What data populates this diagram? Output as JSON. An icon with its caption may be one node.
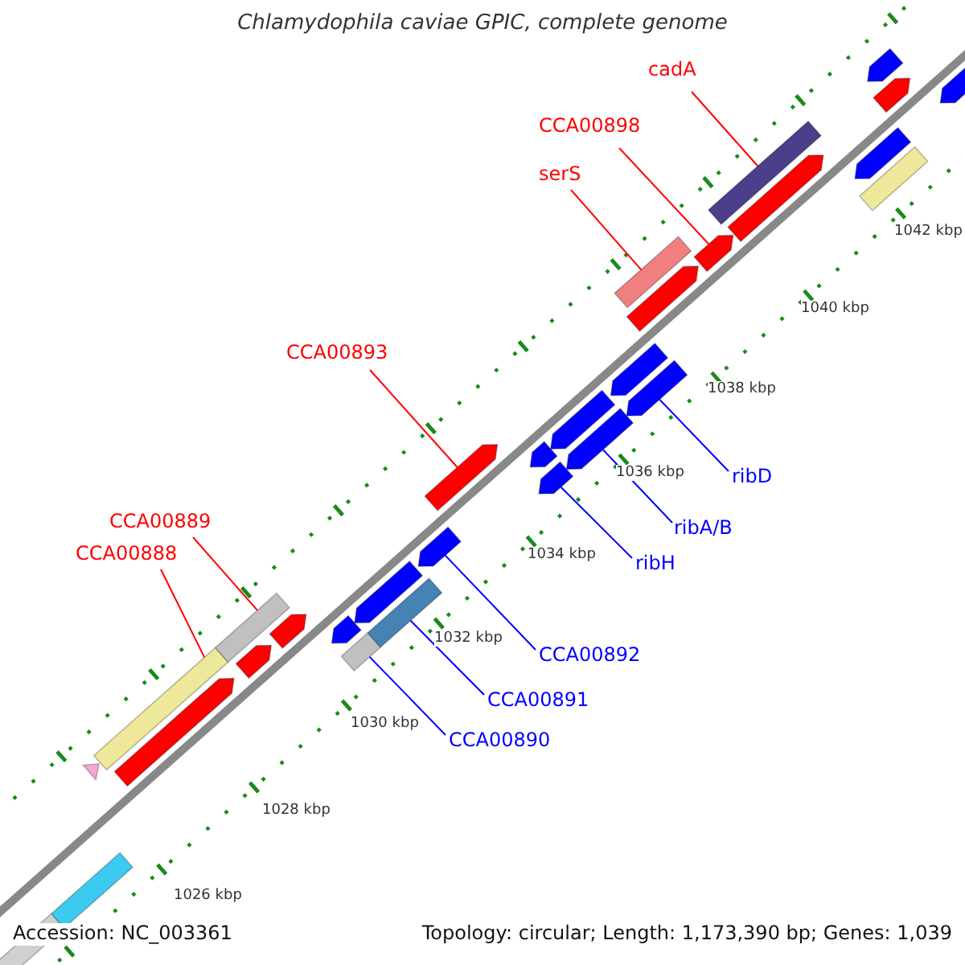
{
  "diagram": {
    "title": "Chlamydophila caviae GPIC, complete genome",
    "nodes": [
      {
        "text": [
          "cadA"
        ]
      },
      {
        "text": [
          "CCA00898"
        ]
      },
      {
        "text": [
          "serS"
        ]
      },
      {
        "text": [
          "CCA00893"
        ]
      },
      {
        "text": [
          "ribD"
        ]
      },
      {
        "text": [
          "CCA00889"
        ]
      },
      {
        "text": [
          "ribA/B"
        ]
      },
      {
        "text": [
          "CCA00888"
        ]
      },
      {
        "text": [
          "ribH"
        ]
      },
      {
        "text": [
          "CCA00892"
        ]
      },
      {
        "text": [
          "CCA00891"
        ]
      },
      {
        "text": [
          "CCA00890"
        ]
      },
      {
        "text": [],
        "shape": "bar"
      },
      {
        "text": [],
        "shape": "bar"
      },
      {
        "text": [],
        "shape": "triangle"
      },
      {
        "text": [],
        "shape": "bar"
      },
      {
        "text": [],
        "shape": "pentagon"
      },
      {
        "text": [],
        "shape": "bar"
      },
      {
        "text": [],
        "shape": "pentagon"
      },
      {
        "text": [],
        "shape": "pentagon"
      },
      {
        "text": [],
        "shape": "bar"
      },
      {
        "text": [],
        "shape": "pentagon"
      },
      {
        "text": [],
        "shape": "pentagon"
      },
      {
        "text": [],
        "shape": "bar"
      },
      {
        "text": [],
        "shape": "pentagon"
      },
      {
        "text": [],
        "shape": "pentagon"
      },
      {
        "text": [],
        "shape": "pentagon"
      },
      {
        "text": [],
        "shape": "pentagon"
      },
      {
        "text": [],
        "shape": "pentagon"
      },
      {
        "text": [],
        "shape": "pentagon"
      },
      {
        "text": [],
        "shape": "pentagon"
      },
      {
        "text": [],
        "shape": "pentagon"
      },
      {
        "text": [],
        "shape": "pentagon"
      },
      {
        "text": [],
        "shape": "bar"
      },
      {
        "text": [],
        "shape": "pentagon"
      },
      {
        "text": [],
        "shape": "bar"
      },
      {
        "text": [],
        "shape": "pentagon"
      },
      {
        "text": [],
        "shape": "bar"
      },
      {
        "text": [],
        "shape": "pentagon"
      },
      {
        "text": [],
        "shape": "pentagon"
      },
      {
        "text": [],
        "shape": "pentagon"
      },
      {
        "text": [],
        "shape": "pentagon"
      }
    ],
    "edges": [
      {
        "from": 0,
        "to": 35,
        "arrow": "none",
        "color": "#ff0000"
      },
      {
        "from": 1,
        "to": 34,
        "arrow": "none",
        "color": "#ff0000"
      },
      {
        "from": 2,
        "to": 33,
        "arrow": "none",
        "color": "#ff0000"
      },
      {
        "from": 3,
        "to": 25,
        "arrow": "none",
        "color": "#ff0000"
      },
      {
        "from": 4,
        "to": 30,
        "arrow": "none",
        "color": "#0000ff"
      },
      {
        "from": 5,
        "to": 17,
        "arrow": "none",
        "color": "#ff0000"
      },
      {
        "from": 6,
        "to": 28,
        "arrow": "none",
        "color": "#0000ff"
      },
      {
        "from": 7,
        "to": 15,
        "arrow": "none",
        "color": "#ff0000"
      },
      {
        "from": 8,
        "to": 26,
        "arrow": "none",
        "color": "#0000ff"
      },
      {
        "from": 9,
        "to": 24,
        "arrow": "none",
        "color": "#0000ff"
      },
      {
        "from": 10,
        "to": 23,
        "arrow": "none",
        "color": "#0000ff"
      },
      {
        "from": 11,
        "to": 20,
        "arrow": "none",
        "color": "#0000ff"
      }
    ],
    "labels": [
      "1042 kbp",
      "1040 kbp",
      "1038 kbp",
      "1036 kbp",
      "1034 kbp",
      "1032 kbp",
      "1030 kbp",
      "1028 kbp",
      "1026 kbp",
      "Accession: NC_003361",
      "Topology: circular; Length: 1,173,390 bp; Genes: 1,039"
    ]
  }
}
